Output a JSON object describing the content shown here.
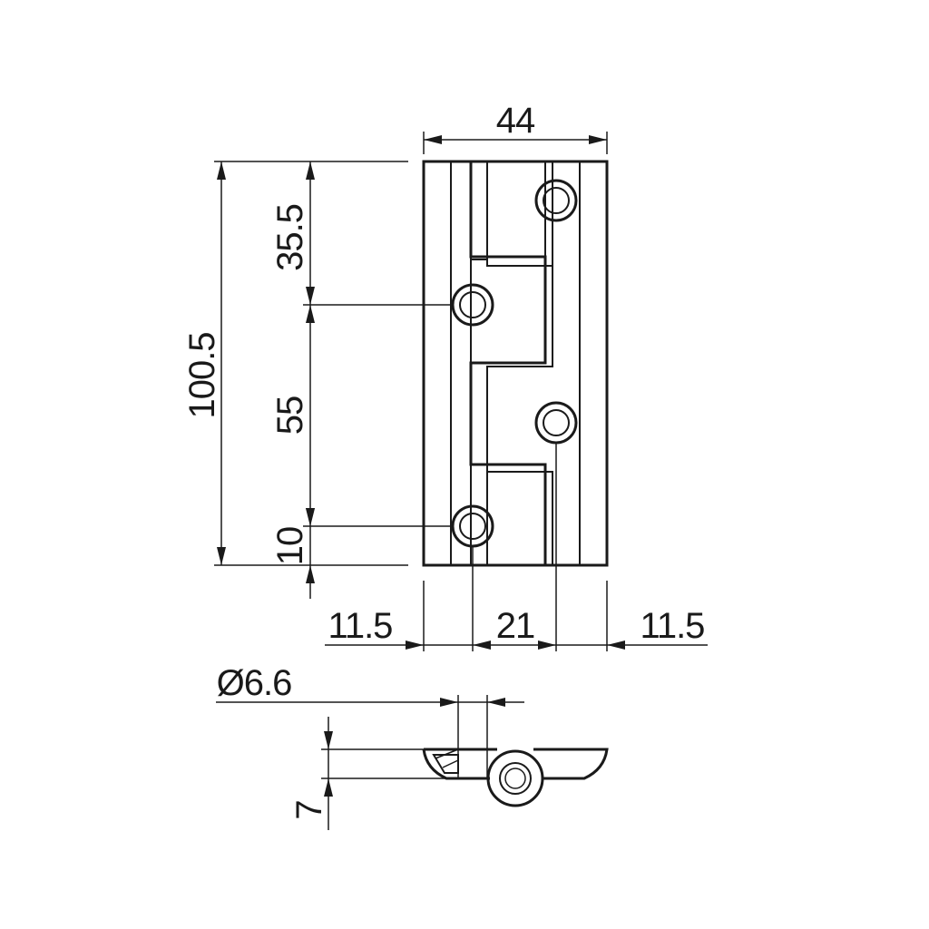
{
  "dimensions": {
    "width": "44",
    "height_total": "100.5",
    "top_to_hole": "35.5",
    "hole_spacing": "55",
    "bottom_to_hole": "10",
    "left_margin": "11.5",
    "hole_offset": "21",
    "right_margin": "11.5",
    "hole_diameter": "Ø6.6",
    "thickness": "7"
  }
}
